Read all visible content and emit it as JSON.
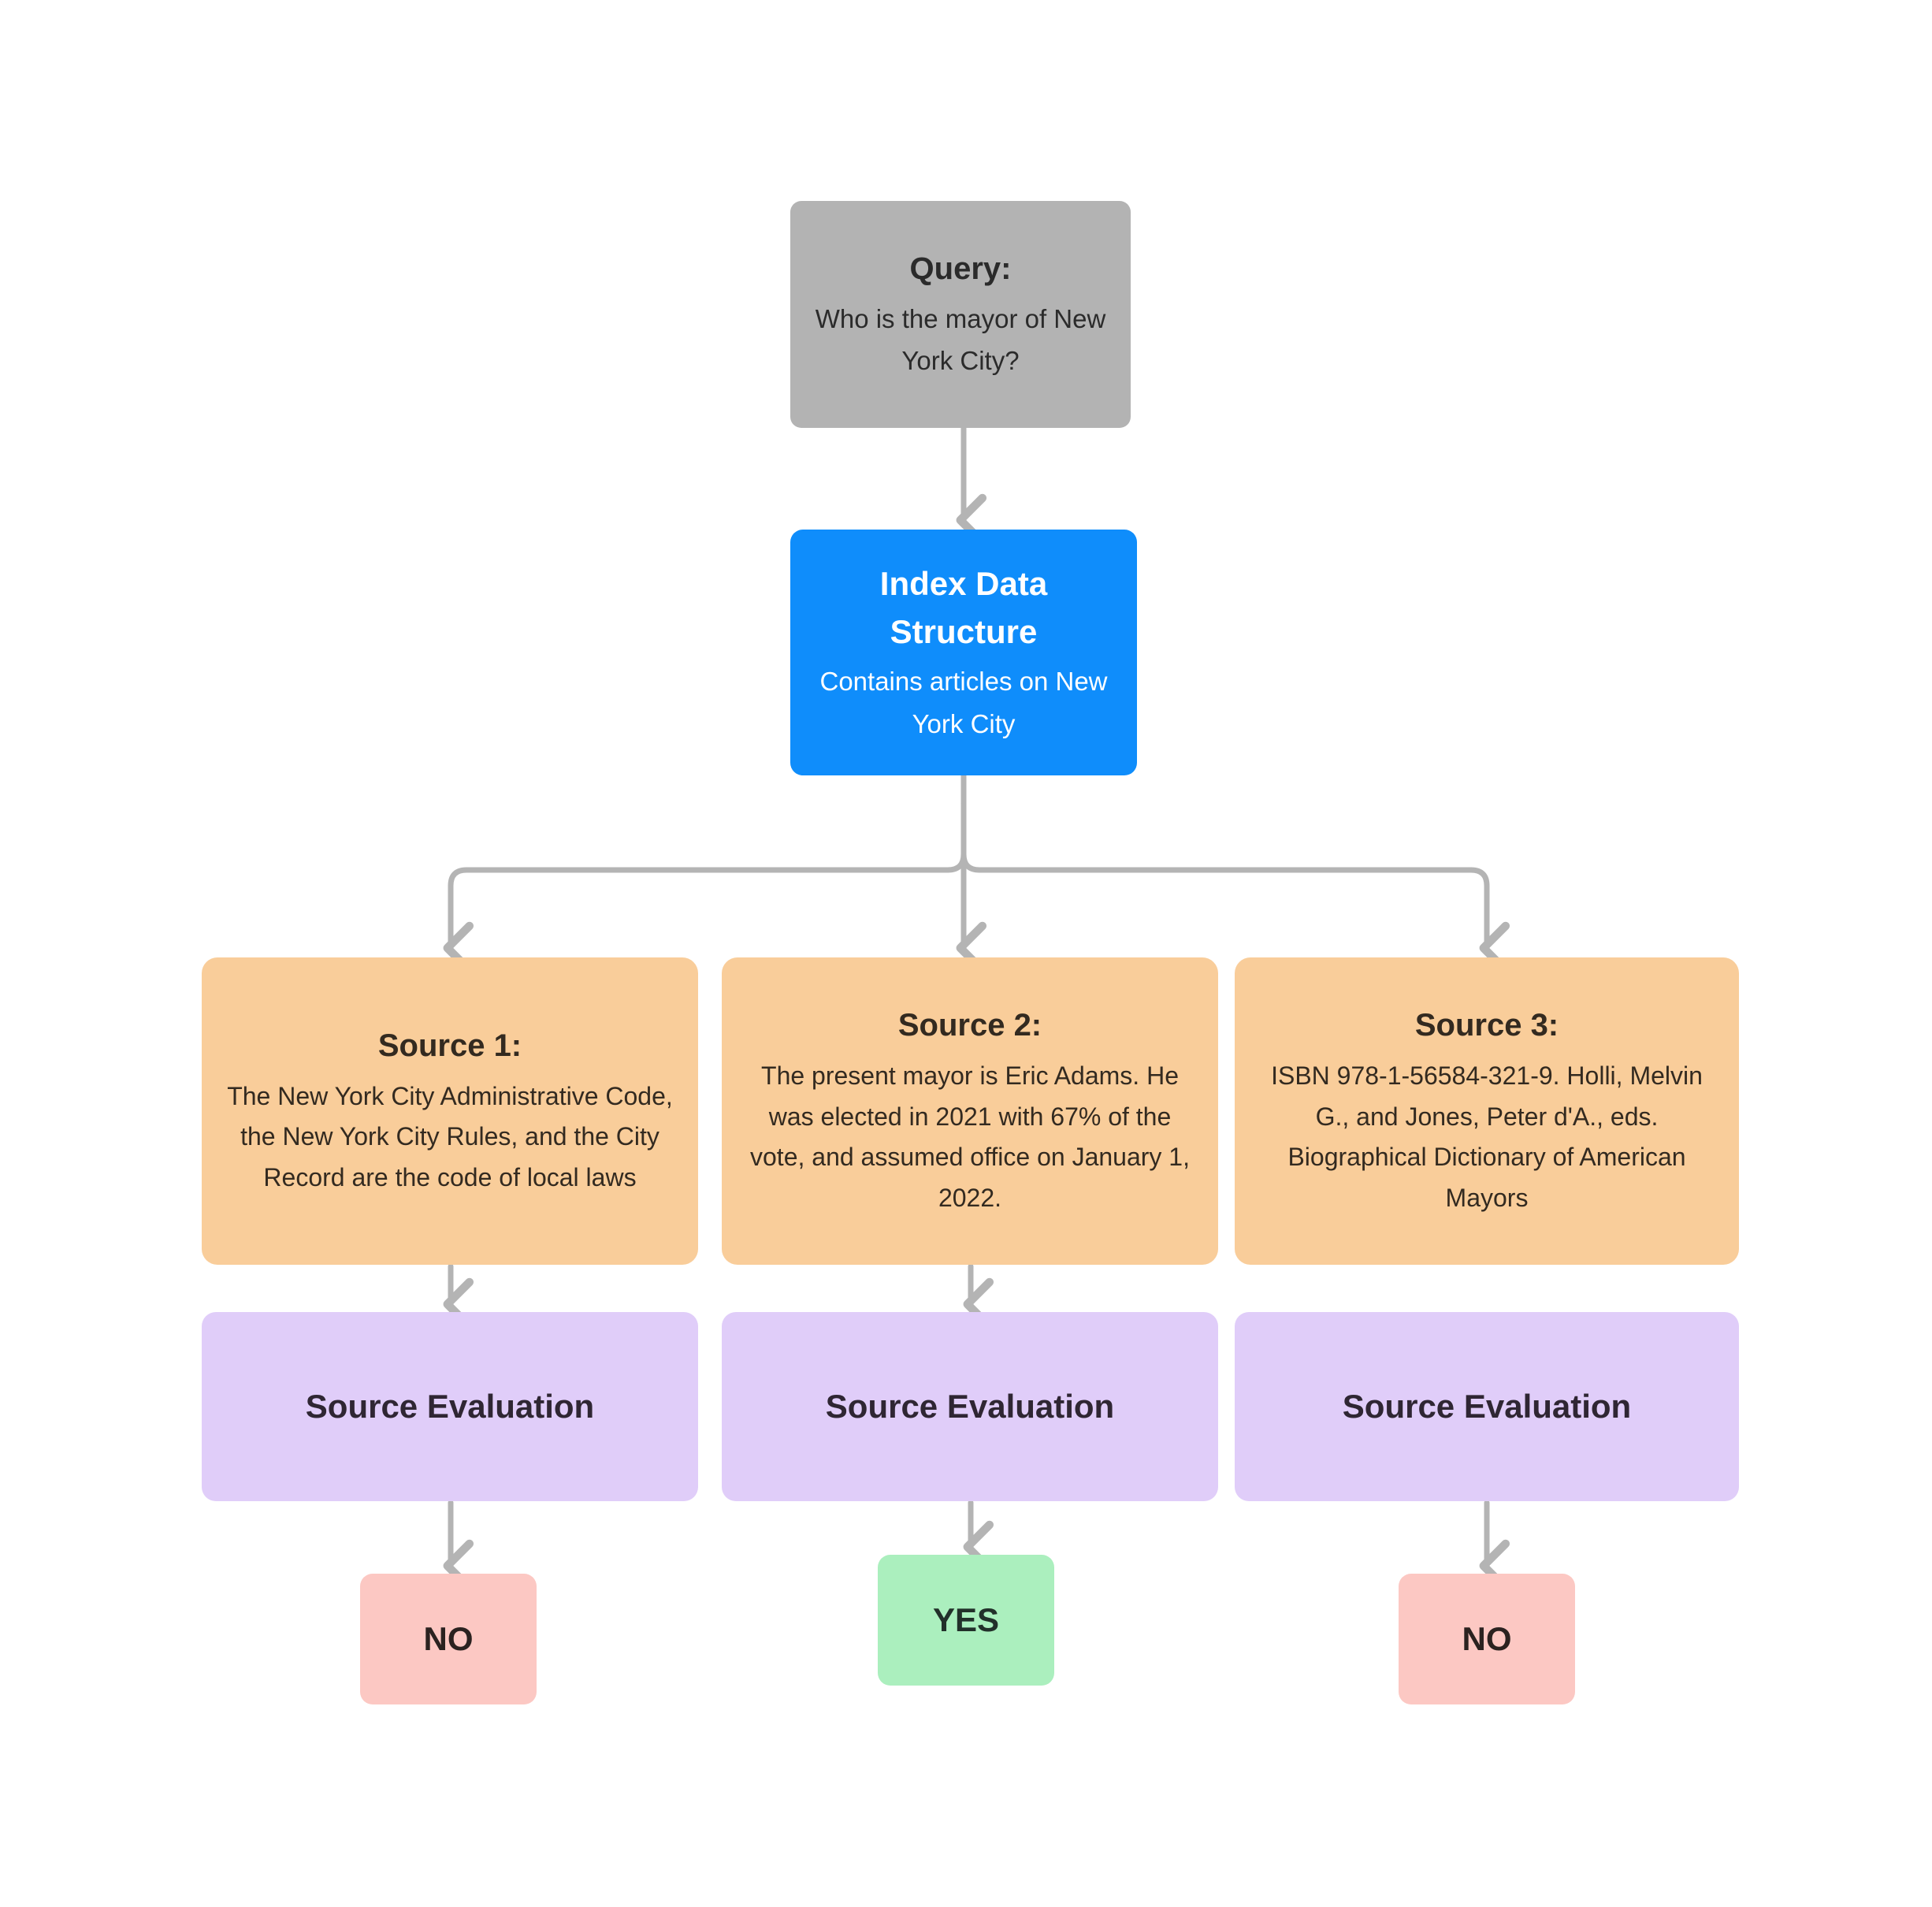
{
  "diagram": {
    "type": "flowchart",
    "background_color": "#ffffff",
    "connector_color": "#b4b4b4",
    "nodes": {
      "query": {
        "title": "Query:",
        "body": "Who is the mayor of New York City?",
        "color": "#b3b3b3"
      },
      "index": {
        "title": "Index Data Structure",
        "body": "Contains articles on New York City",
        "color": "#0f8dfb"
      },
      "sources": [
        {
          "title": "Source 1:",
          "body": "The New York City Administrative Code, the New York City Rules, and the City Record are the code of local laws",
          "color": "#f9cd9a"
        },
        {
          "title": "Source 2:",
          "body": "The present mayor is Eric Adams. He was elected in 2021 with 67% of the vote, and assumed office on January 1, 2022.",
          "color": "#f9cd9a"
        },
        {
          "title": "Source 3:",
          "body": "ISBN 978-1-56584-321-9. Holli, Melvin G., and Jones, Peter d'A., eds. Biographical Dictionary of American Mayors",
          "color": "#f9cd9a"
        }
      ],
      "evaluations": [
        {
          "title": "Source Evaluation",
          "color": "#e0cdf9"
        },
        {
          "title": "Source Evaluation",
          "color": "#e0cdf9"
        },
        {
          "title": "Source Evaluation",
          "color": "#e0cdf9"
        }
      ],
      "verdicts": [
        {
          "title": "NO",
          "color": "#fcc8c3"
        },
        {
          "title": "YES",
          "color": "#abefbe"
        },
        {
          "title": "NO",
          "color": "#fcc8c3"
        }
      ]
    }
  }
}
